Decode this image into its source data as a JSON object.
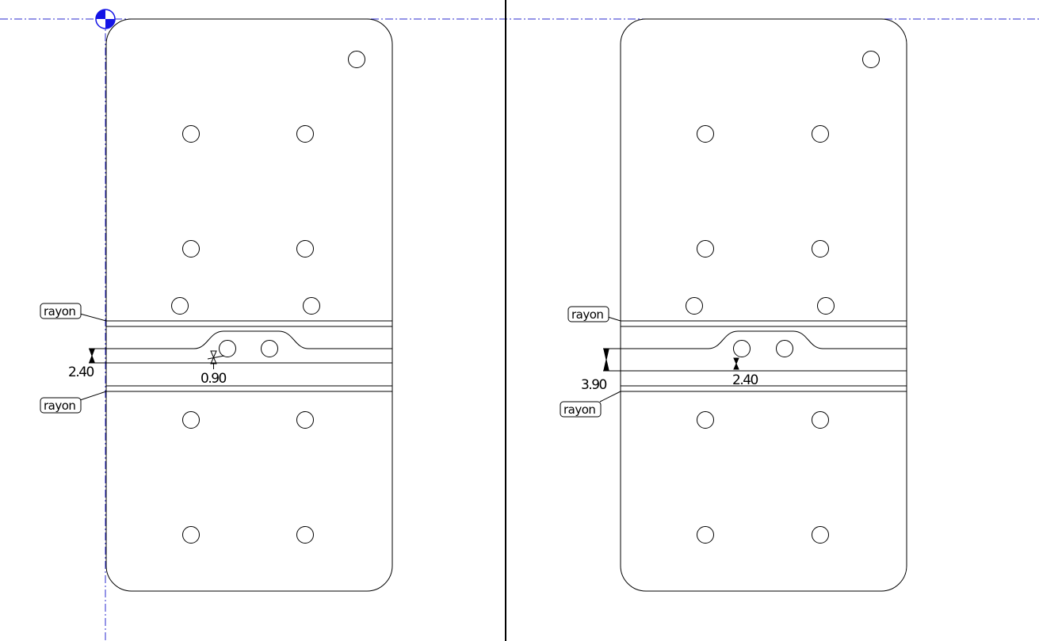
{
  "colors": {
    "background": "#ffffff",
    "lines": "#000000",
    "axis_dash": "#2a2acf",
    "origin_marker": "#1414e6"
  },
  "left_view": {
    "label_top": "rayon",
    "label_bottom": "rayon",
    "dim_outer": "2.40",
    "dim_inner": "0.90"
  },
  "right_view": {
    "label_top": "rayon",
    "label_bottom": "rayon",
    "dim_outer": "3.90",
    "dim_inner": "2.40"
  }
}
